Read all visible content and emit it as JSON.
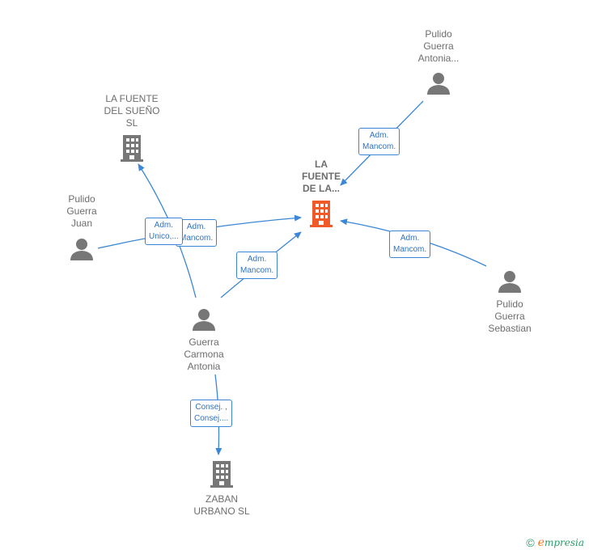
{
  "nodes": {
    "focus": {
      "lines": [
        "LA",
        "FUENTE",
        "DE LA..."
      ]
    },
    "fuente_sueno": {
      "lines": [
        "LA FUENTE",
        "DEL SUEÑO",
        "SL"
      ]
    },
    "zaban": {
      "lines": [
        "ZABAN",
        "URBANO SL"
      ]
    },
    "antonia_pulido": {
      "lines": [
        "Pulido",
        "Guerra",
        "Antonia..."
      ]
    },
    "juan": {
      "lines": [
        "Pulido",
        "Guerra",
        "Juan"
      ]
    },
    "guerra_carmona": {
      "lines": [
        "Guerra",
        "Carmona",
        "Antonia"
      ]
    },
    "sebastian": {
      "lines": [
        "Pulido",
        "Guerra",
        "Sebastian"
      ]
    }
  },
  "edges": {
    "antonia_to_focus": {
      "lines": [
        "Adm.",
        "Mancom."
      ]
    },
    "juan_to_focus": {
      "lines": [
        "Adm.",
        "Mancom."
      ]
    },
    "carmona_to_sueno": {
      "lines": [
        "Adm.",
        "Unico,..."
      ]
    },
    "carmona_to_focus": {
      "lines": [
        "Adm.",
        "Mancom."
      ]
    },
    "sebastian_to_focus": {
      "lines": [
        "Adm.",
        "Mancom."
      ]
    },
    "carmona_to_zaban": {
      "lines": [
        "Consej. ,",
        "Consej...."
      ]
    }
  },
  "footer": {
    "copyright": "©",
    "brand_initial": "e",
    "brand_rest": "mpresia"
  },
  "colors": {
    "edge": "#3b86d6",
    "focus_icon": "#f05a28",
    "company_icon": "#777777",
    "person_icon": "#777777"
  },
  "icons": {
    "company": "building-icon",
    "person": "person-icon"
  }
}
